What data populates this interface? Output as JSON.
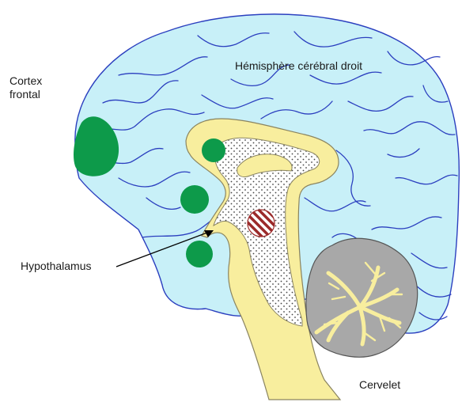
{
  "labels": {
    "cortex_frontal_line1": "Cortex",
    "cortex_frontal_line2": "frontal",
    "hemisphere": "Hémisphère cérébral droit",
    "hypothalamus": "Hypothalamus",
    "cervelet": "Cervelet"
  },
  "colors": {
    "cerebrum_fill": "#c8f0f8",
    "gyri_stroke": "#2b3fbf",
    "brainstem_fill": "#f8ee9e",
    "brainstem_stroke": "#8a8460",
    "green_regions": "#0d9a4a",
    "cerebellum_fill": "#a8a8a8",
    "hatch_color": "#9b2a2a"
  }
}
